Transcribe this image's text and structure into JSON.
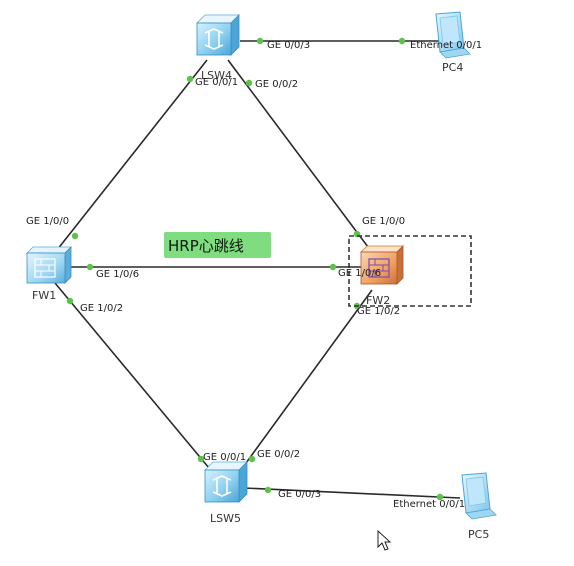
{
  "devices": {
    "lsw4": "LSW4",
    "lsw5": "LSW5",
    "fw1": "FW1",
    "fw2": "FW2",
    "pc4": "PC4",
    "pc5": "PC5"
  },
  "ports": {
    "lsw4_ge003": "GE 0/0/3",
    "lsw4_ge001": "GE 0/0/1",
    "lsw4_ge002": "GE 0/0/2",
    "pc4_eth": "Ethernet 0/0/1",
    "fw1_ge100": "GE 1/0/0",
    "fw1_ge106": "GE 1/0/6",
    "fw1_ge102": "GE 1/0/2",
    "fw2_ge100": "GE 1/0/0",
    "fw2_ge106": "GE 1/0/6",
    "fw2_ge102": "GE 1/0/2",
    "lsw5_ge001": "GE 0/0/1",
    "lsw5_ge002": "GE 0/0/2",
    "lsw5_ge003": "GE 0/0/3",
    "pc5_eth": "Ethernet 0/0/1"
  },
  "hrp_label": "HRP心跳线",
  "colors": {
    "port_dot": "#5cc24a",
    "hrp_highlight": "#7fdc7f",
    "switch_blue": "#8fd0f0",
    "firewall_orange": "#f0a060"
  },
  "icons": {
    "switch": "switch-icon",
    "firewall": "firewall-icon",
    "pc": "pc-icon",
    "cursor": "mouse-cursor-icon"
  }
}
